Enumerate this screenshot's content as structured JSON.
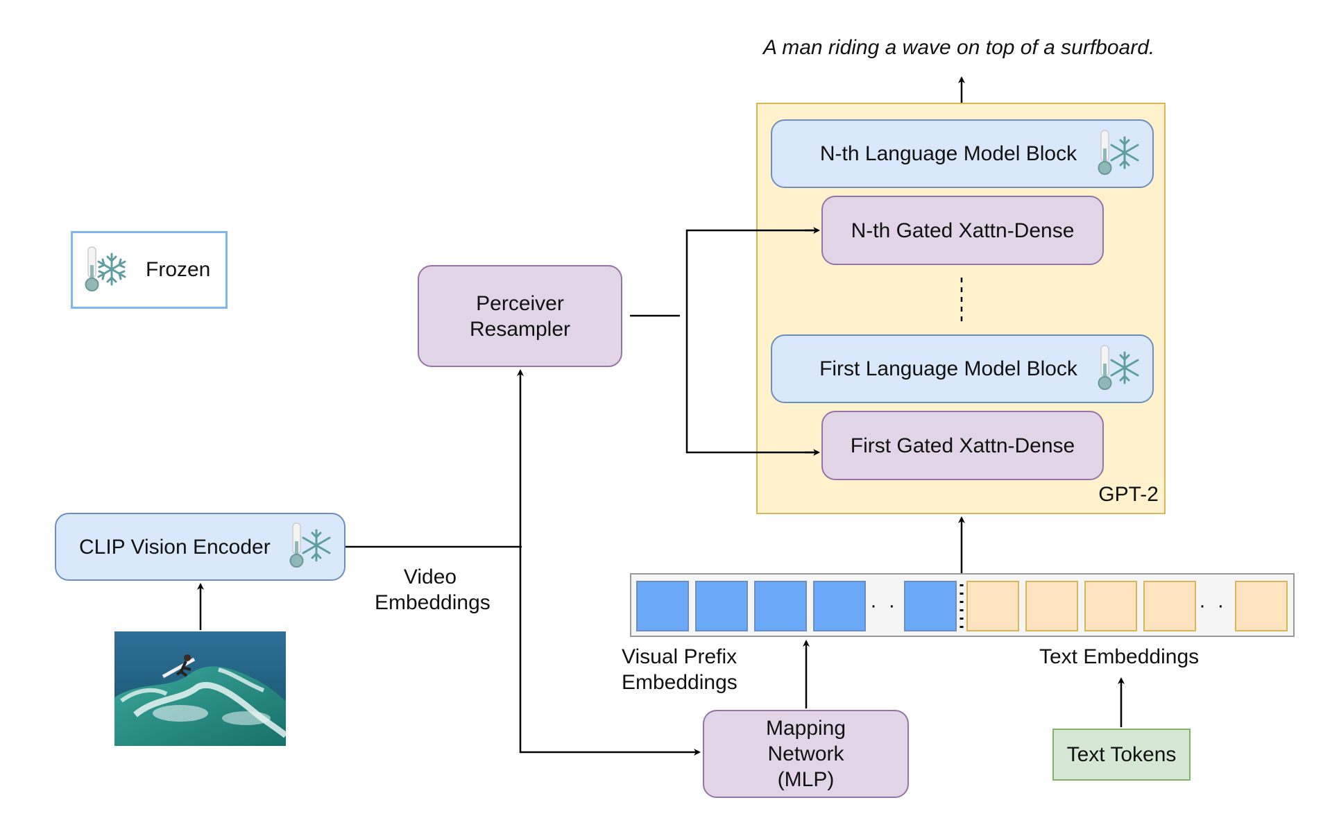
{
  "caption": "A man riding a wave on top of a surfboard.",
  "legend": {
    "label": "Frozen",
    "icon": "frozen-snowflake-thermometer-icon"
  },
  "nodes": {
    "clip": "CLIP Vision Encoder",
    "perceiver_line1": "Perceiver",
    "perceiver_line2": "Resampler",
    "mapping_line1": "Mapping",
    "mapping_line2": "Network",
    "mapping_line3": "(MLP)",
    "text_tokens": "Text Tokens",
    "nth_lm_block": "N-th Language Model Block",
    "nth_gated": "N-th Gated Xattn-Dense",
    "first_lm_block": "First Language Model Block",
    "first_gated": "First Gated Xattn-Dense",
    "gpt2": "GPT-2"
  },
  "labels": {
    "video_line1": "Video",
    "video_line2": "Embeddings",
    "visual_prefix_line1": "Visual Prefix",
    "visual_prefix_line2": "Embeddings",
    "text_embeddings": "Text Embeddings"
  },
  "sequence": {
    "dots": "· ·"
  },
  "colors": {
    "purple_fill": "#e1d5e7",
    "purple_stroke": "#9673a6",
    "blue_fill": "#dae8fc",
    "blue_stroke": "#6c8ebf",
    "yellow_fill": "#fff2cc",
    "yellow_stroke": "#d6b656",
    "green_fill": "#d5e8d4",
    "green_stroke": "#82b366",
    "visual_cell": "#6aa9f7",
    "text_cell": "#fde3c0"
  }
}
